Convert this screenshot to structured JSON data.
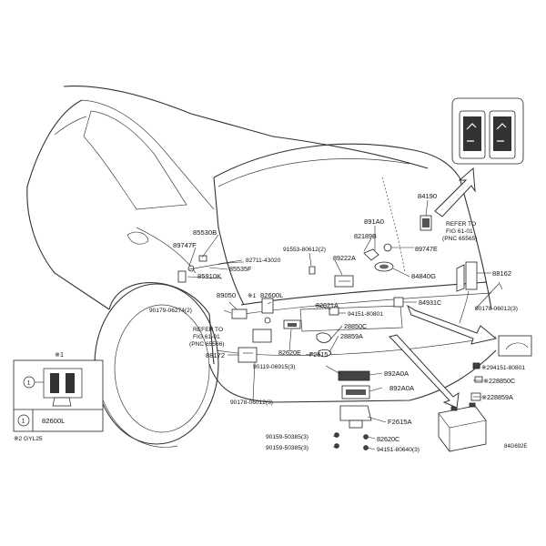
{
  "labels": {
    "p84190": "84190",
    "p891A0": "891A0",
    "p85530B": "85530B",
    "refer_right_1": "REFER TO",
    "refer_right_2": "FIG 61-01",
    "refer_right_3": "(PNC 65565)",
    "p82189B": "82189B",
    "p89747F_left": "89747F",
    "p91553": "91553-80612(2)",
    "p89747E": "89747E",
    "p82711": "82711-43020",
    "p89222A": "89222A",
    "p85535F": "85535F",
    "p84840G": "84840G",
    "p88162": "88162",
    "p85910K": "85910K",
    "p89050": "89050",
    "p82600L_main": "82600L",
    "p84931C": "84931C",
    "p82621A": "82621A",
    "p90179": "90179-06274(2)",
    "p94151_top": "94151-80801",
    "p90178_right": "90178-06012(3)",
    "refer_left_1": "REFER TO",
    "refer_left_2": "FIG 61-01",
    "refer_left_3": "(PNC 65566)",
    "p28850C_main": "28850C",
    "p28859A_main": "28859A",
    "p88172": "88172",
    "p82620E": "82620E",
    "pF2615": "F2615",
    "p90119": "90119-06915(3)",
    "p892A0A_1": "892A0A",
    "p892A0A_2": "892A0A",
    "p29415": "※294151-80801",
    "p28850C_right": "※228850C",
    "p28859A_right": "※228859A",
    "p90178_bottom": "90178-06012(3)",
    "pF2615A": "F2615A",
    "p90159_1": "90159-50385(3)",
    "p82620C": "82620C",
    "p90159_2": "90159-50385(3)",
    "p94151_bottom": "94151-80640(3)",
    "mark_1": "※1",
    "mark_x": "※1",
    "inset_circle": "1",
    "inset_part": "82600L",
    "footnote": "※2 GYL25",
    "diagram_code": "84G692E"
  }
}
